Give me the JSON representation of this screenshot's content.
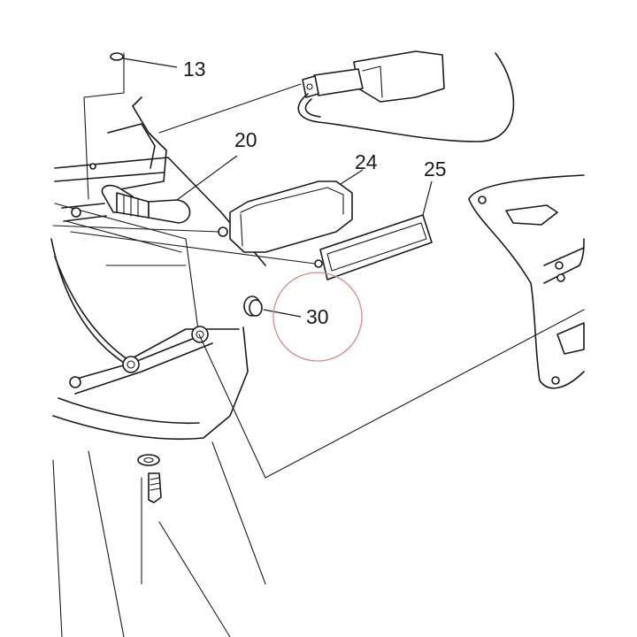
{
  "callouts": [
    {
      "label": "13"
    },
    {
      "label": "20"
    },
    {
      "label": "24"
    },
    {
      "label": "25"
    },
    {
      "label": "30"
    }
  ],
  "colors": {
    "line": "#1a1a1a",
    "highlight_circle": "#d98a8a",
    "background": "#ffffff"
  }
}
